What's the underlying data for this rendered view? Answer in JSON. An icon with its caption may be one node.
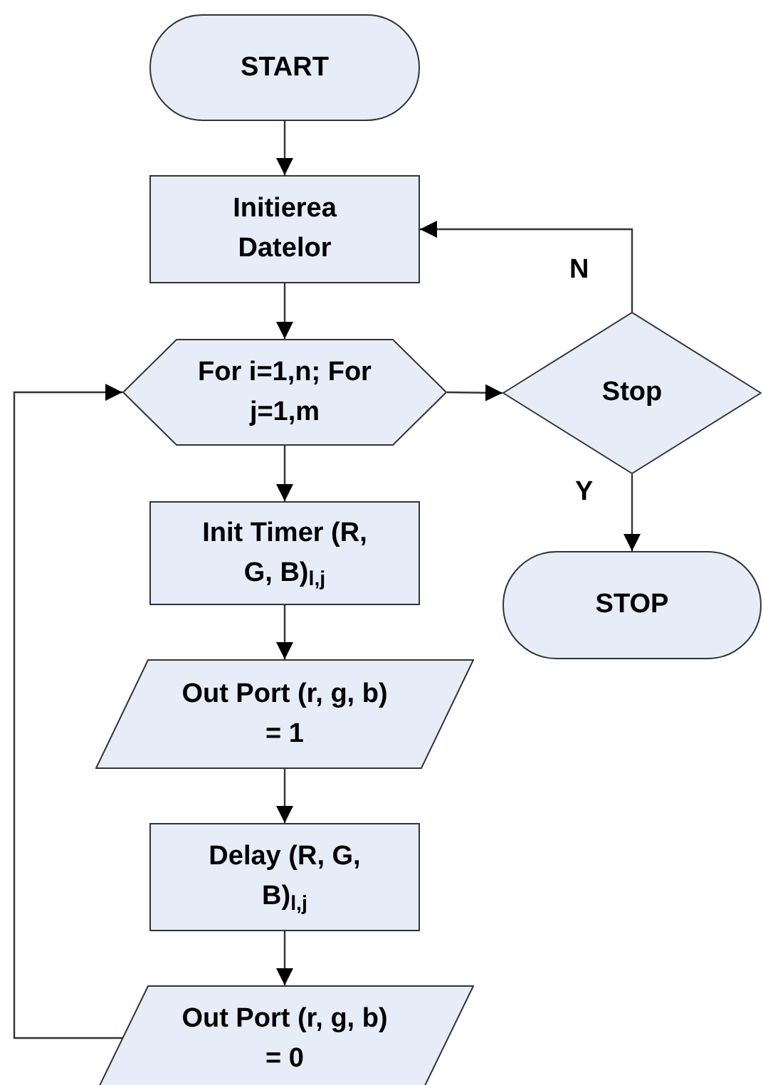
{
  "diagram": {
    "nodes": [
      {
        "text": [
          "START"
        ]
      },
      {
        "text": [
          "Initierea Datelor"
        ]
      },
      {
        "text": [
          "For i=1,n; For j=1,m"
        ]
      },
      {
        "text": [
          "Stop"
        ]
      },
      {
        "text": [
          "STOP"
        ]
      },
      {
        "text": [
          "Init Timer (R, G, B)$_{l,j}$"
        ]
      },
      {
        "text": [
          "Out Port (r, g, b) = 1"
        ]
      },
      {
        "text": [
          "Delay (R, G, B)$_{l,j}$"
        ]
      },
      {
        "text": [
          "Out Port (r, g, b) = 0"
        ]
      }
    ],
    "edges": [
      {
        "from": 0,
        "to": 1,
        "arrow": "to"
      },
      {
        "from": 1,
        "to": 2,
        "arrow": "to"
      },
      {
        "from": 2,
        "to": 3,
        "arrow": "to"
      },
      {
        "from": 3,
        "to": 1,
        "arrow": "to",
        "label": "N"
      },
      {
        "from": 3,
        "to": 4,
        "arrow": "to",
        "label": "Y"
      },
      {
        "from": 2,
        "to": 5,
        "arrow": "to"
      },
      {
        "from": 5,
        "to": 6,
        "arrow": "to"
      },
      {
        "from": 6,
        "to": 7,
        "arrow": "to"
      },
      {
        "from": 7,
        "to": 8,
        "arrow": "to"
      },
      {
        "from": 8,
        "to": 2,
        "arrow": "to"
      }
    ]
  }
}
